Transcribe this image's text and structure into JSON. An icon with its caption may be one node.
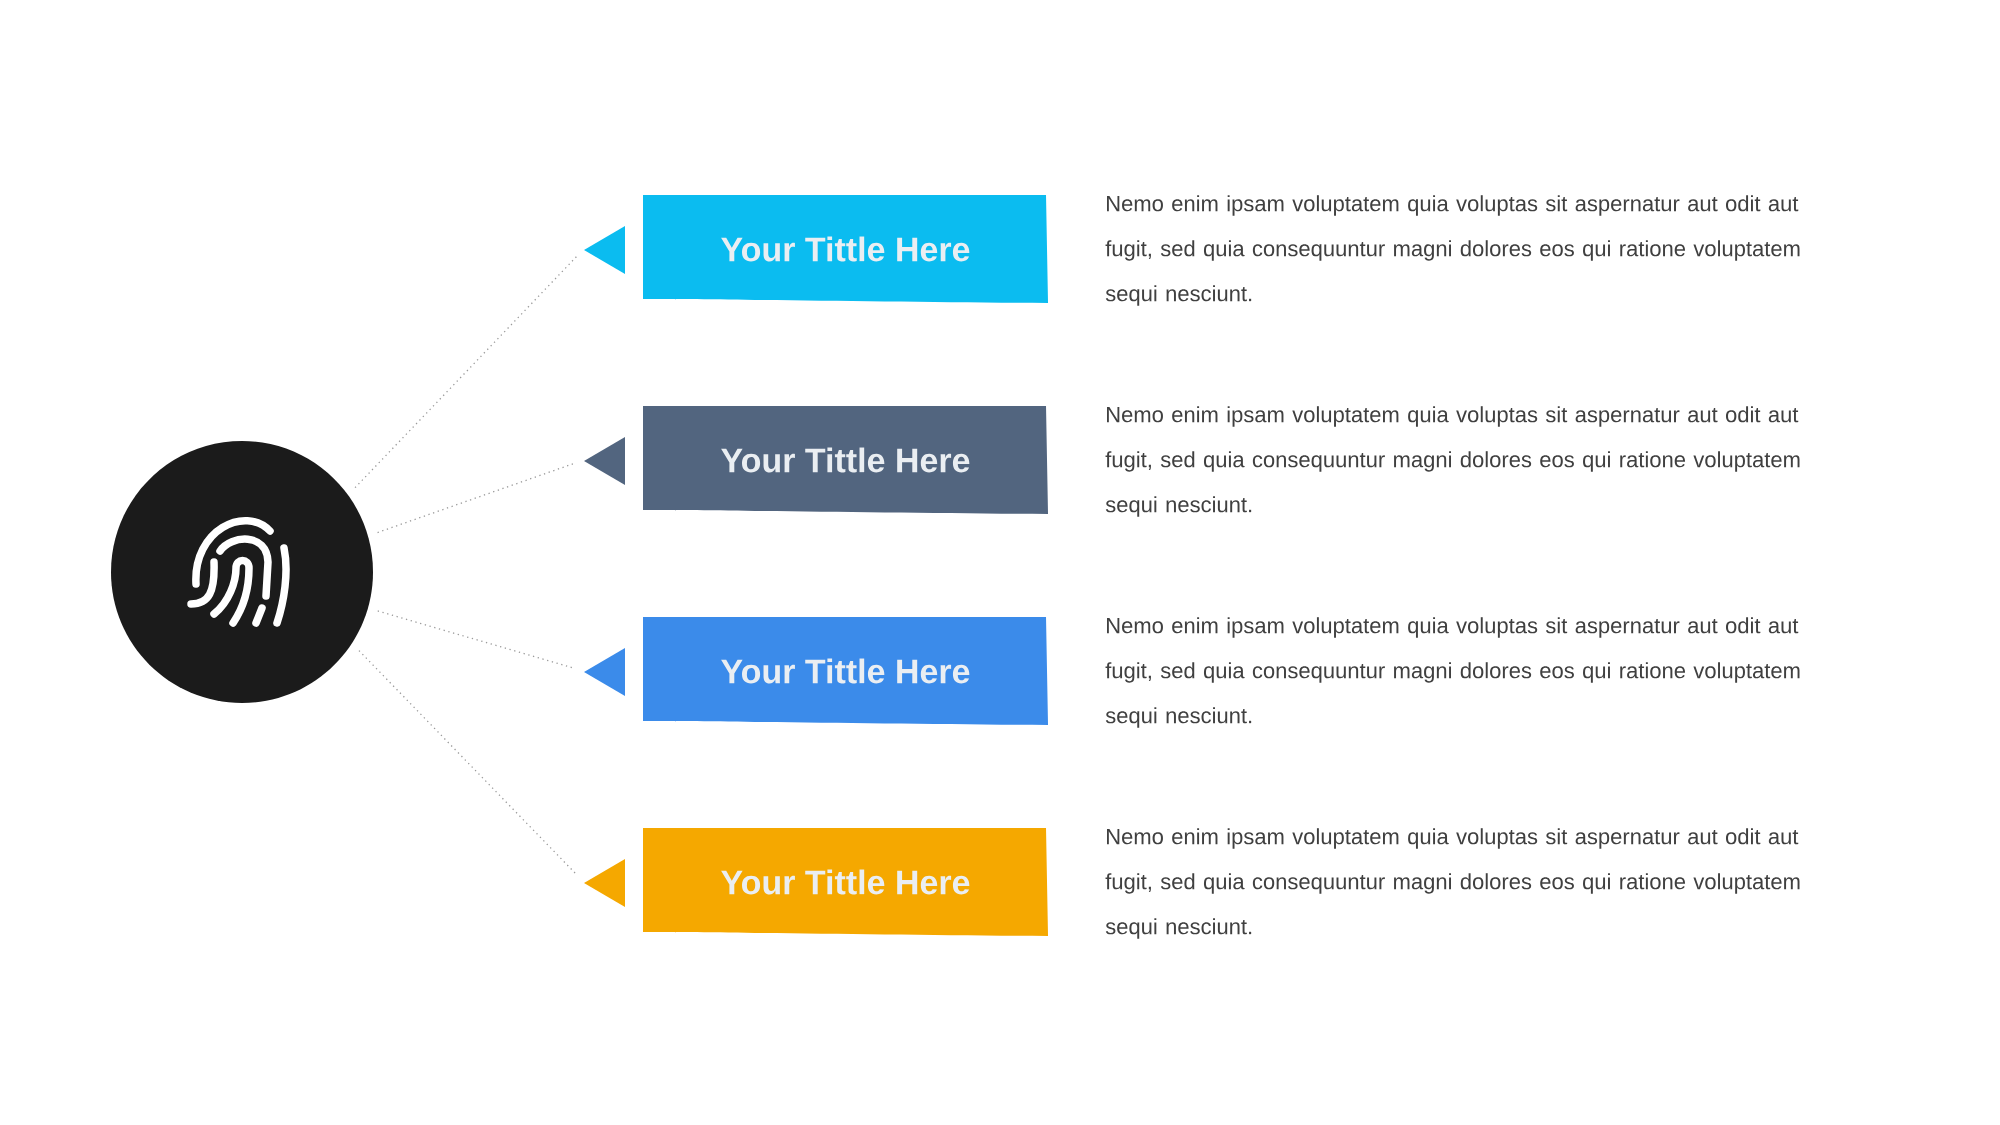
{
  "diagram": {
    "nodes": [
      {
        "text": [],
        "shape": "circle"
      },
      {
        "text": [
          "Your Tittle Here"
        ],
        "beside": [
          "Nemo enim ipsam voluptatem quia voluptas sit aspernatur aut odit aut fugit, sed quia consequuntur magni dolores eos qui ratione voluptatem sequi nesciunt."
        ]
      },
      {
        "text": [
          "Your Tittle Here"
        ],
        "beside": [
          "Nemo enim ipsam voluptatem quia voluptas sit aspernatur aut odit aut fugit, sed quia consequuntur magni dolores eos qui ratione voluptatem sequi nesciunt."
        ]
      },
      {
        "text": [
          "Your Tittle Here"
        ],
        "beside": [
          "Nemo enim ipsam voluptatem quia voluptas sit aspernatur aut odit aut fugit, sed quia consequuntur magni dolores eos qui ratione voluptatem sequi nesciunt."
        ]
      },
      {
        "text": [
          "Your Tittle Here"
        ],
        "beside": [
          "Nemo enim ipsam voluptatem quia voluptas sit aspernatur aut odit aut fugit, sed quia consequuntur magni dolores eos qui ratione voluptatem sequi nesciunt."
        ]
      }
    ],
    "edges": [
      {
        "from": 0,
        "to": 1,
        "arrow": "none",
        "style": "dashed"
      },
      {
        "from": 0,
        "to": 2,
        "arrow": "none",
        "style": "dashed"
      },
      {
        "from": 0,
        "to": 3,
        "arrow": "none",
        "style": "dashed"
      },
      {
        "from": 0,
        "to": 4,
        "arrow": "none",
        "style": "dashed"
      }
    ]
  }
}
